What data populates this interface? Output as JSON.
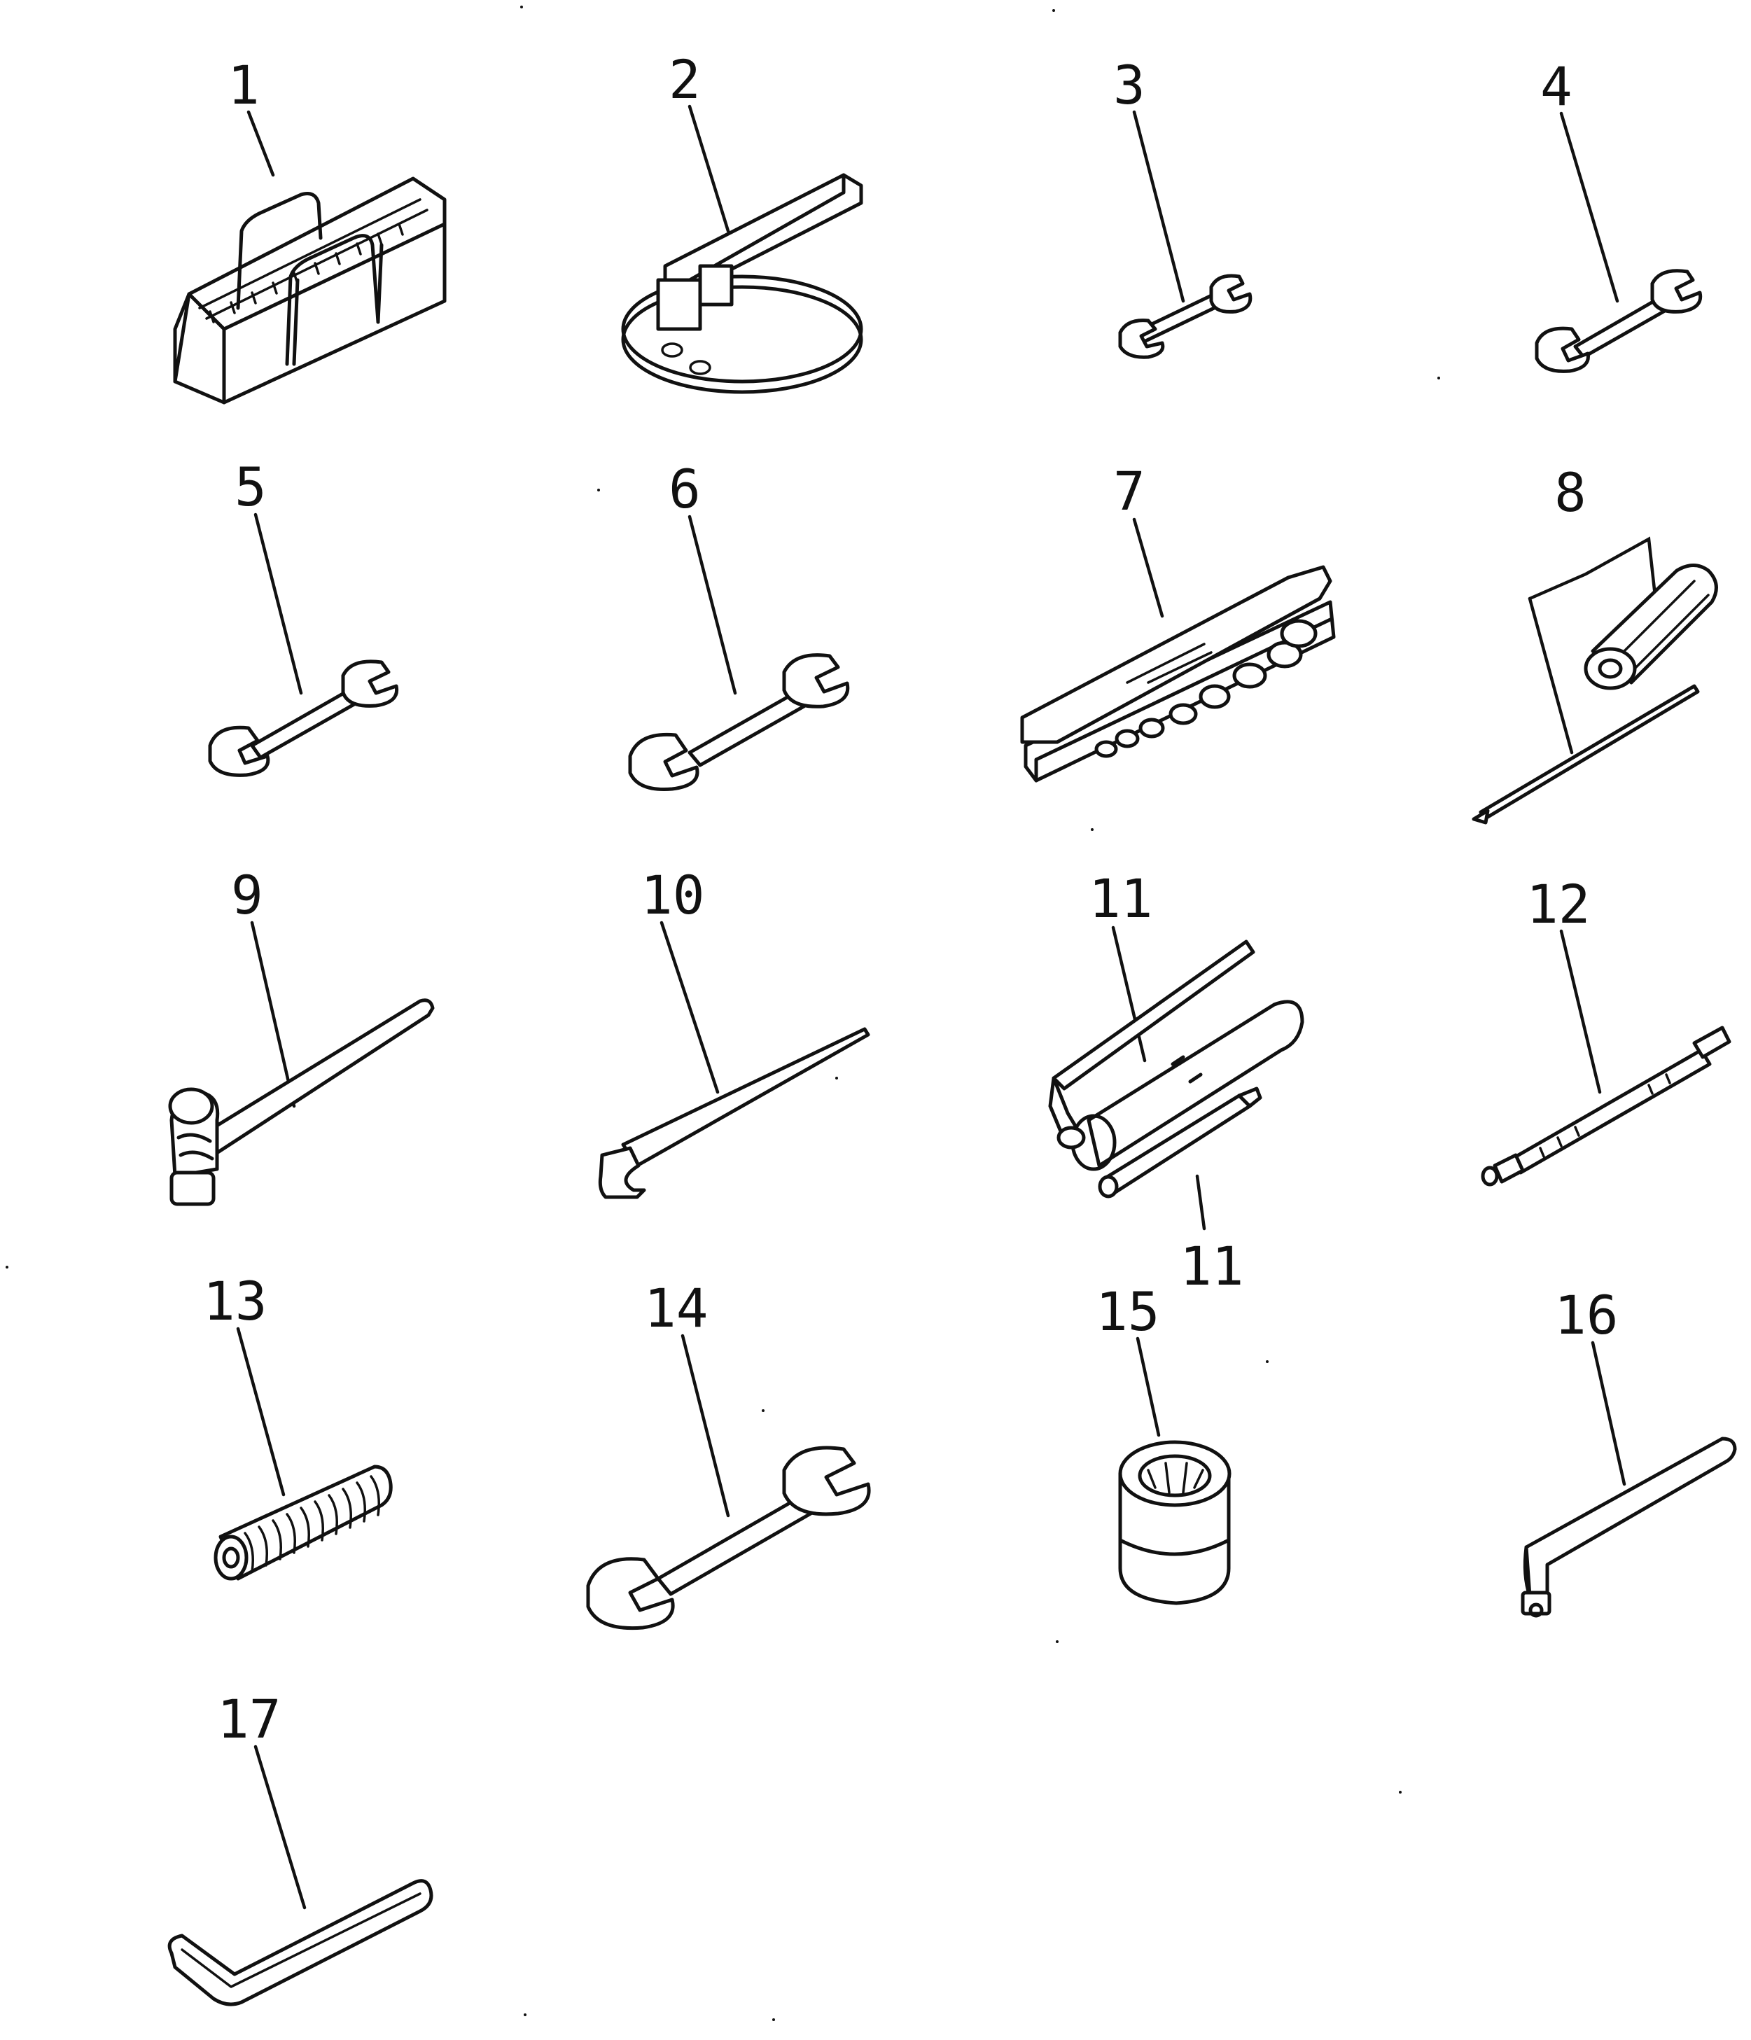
{
  "parts": [
    {
      "number": "1",
      "icon": "tool-bag-icon"
    },
    {
      "number": "2",
      "icon": "filter-wrench-icon"
    },
    {
      "number": "3",
      "icon": "small-wrench-icon"
    },
    {
      "number": "4",
      "icon": "wrench-icon"
    },
    {
      "number": "5",
      "icon": "wrench-icon"
    },
    {
      "number": "6",
      "icon": "wrench-icon"
    },
    {
      "number": "7",
      "icon": "socket-set-case-icon"
    },
    {
      "number": "8",
      "icon": "screwdriver-set-icon"
    },
    {
      "number": "9",
      "icon": "ball-peen-hammer-icon"
    },
    {
      "number": "10",
      "icon": "pry-bar-icon"
    },
    {
      "number": "11",
      "icon": "grease-gun-icon"
    },
    {
      "number": "11",
      "icon": "grease-gun-nozzle-icon"
    },
    {
      "number": "12",
      "icon": "extension-bar-icon"
    },
    {
      "number": "13",
      "icon": "threaded-screw-icon"
    },
    {
      "number": "14",
      "icon": "large-wrench-icon"
    },
    {
      "number": "15",
      "icon": "socket-icon"
    },
    {
      "number": "16",
      "icon": "l-handle-wrench-icon"
    },
    {
      "number": "17",
      "icon": "hex-key-icon"
    }
  ]
}
